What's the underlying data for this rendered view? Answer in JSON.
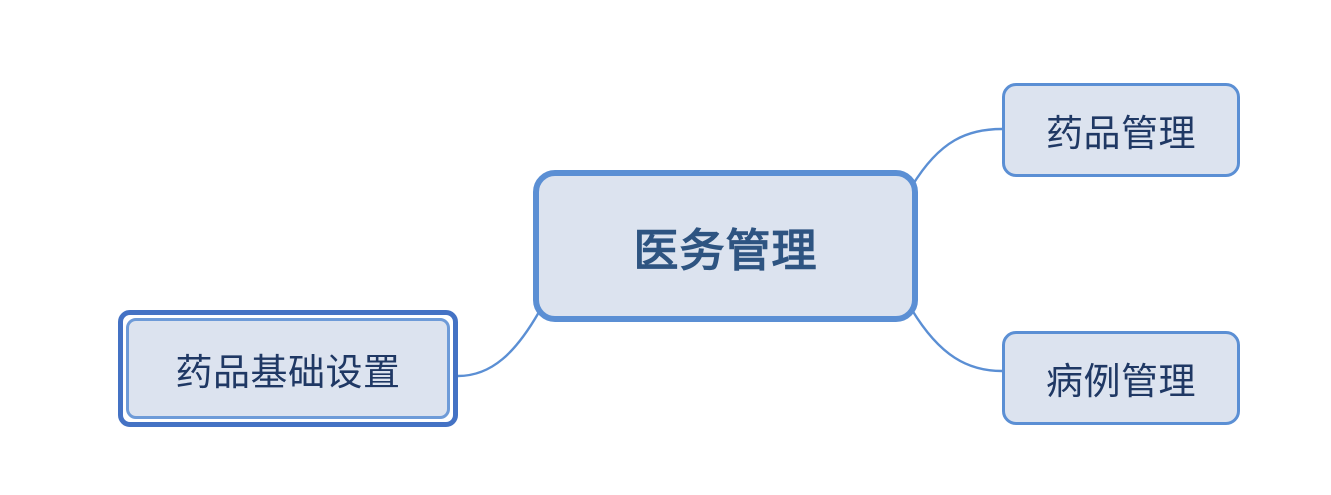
{
  "diagram": {
    "type": "mind-map",
    "title": "医务管理 mind map",
    "colors": {
      "node_fill": "#dce3ef",
      "node_border": "#5b8fd4",
      "selected_outer_border": "#4472c4",
      "selected_inner_border": "#6e9bd8",
      "root_text": "#2e5481",
      "leaf_text": "#1f3864",
      "connector": "#5b8fd4",
      "background": "#ffffff"
    },
    "root": {
      "label": "医务管理",
      "state": "normal"
    },
    "branches": [
      {
        "label": "药品管理",
        "side": "right",
        "position": "top",
        "state": "normal"
      },
      {
        "label": "病例管理",
        "side": "right",
        "position": "bottom",
        "state": "normal"
      },
      {
        "label": "药品基础设置",
        "side": "left",
        "position": "middle",
        "state": "selected"
      }
    ]
  }
}
